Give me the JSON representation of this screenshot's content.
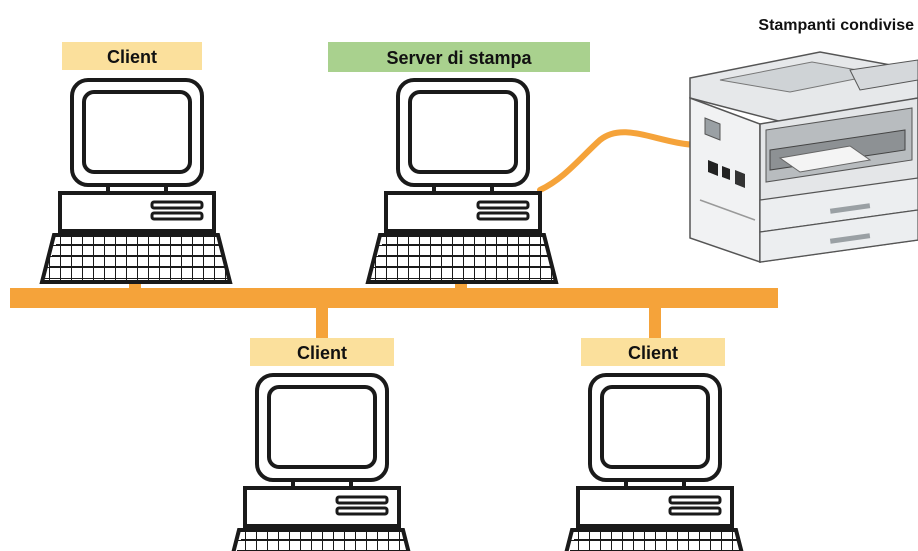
{
  "labels": {
    "client_top_left": "Client",
    "print_server": "Server di stampa",
    "client_bottom_left": "Client",
    "client_bottom_right": "Client",
    "shared_printers": "Stampanti condivise"
  },
  "colors": {
    "network": "#f5a33a",
    "client_label_bg": "#fbe09c",
    "server_label_bg": "#a9d18e",
    "outline": "#1a1a1a",
    "screen": "#ffffff"
  },
  "icons": {
    "computer": "computer-icon",
    "printer": "multifunction-printer-icon"
  }
}
